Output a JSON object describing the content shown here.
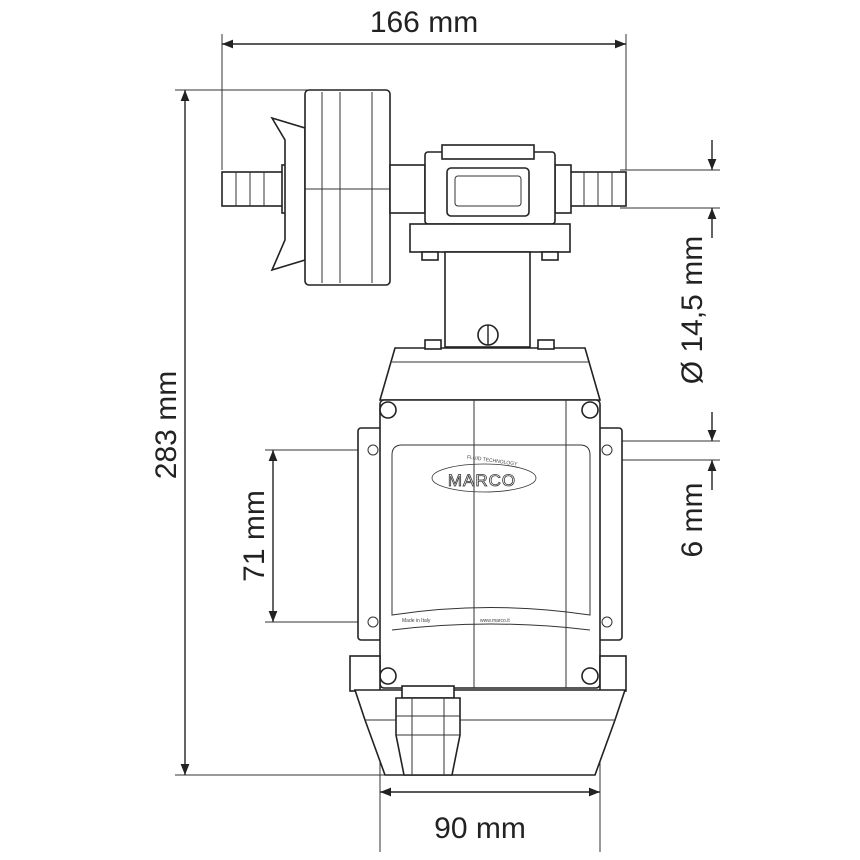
{
  "dimensions": {
    "width_overall": "166 mm",
    "height_overall": "283 mm",
    "width_base": "90 mm",
    "hose_diameter": "Ø 14,5 mm",
    "mount_slot": "6 mm",
    "mount_spacing": "71 mm"
  },
  "label": {
    "brand": "MARCO",
    "tagline": "FLUID TECHNOLOGY",
    "origin": "Made in Italy",
    "website": "www.marco.it"
  }
}
